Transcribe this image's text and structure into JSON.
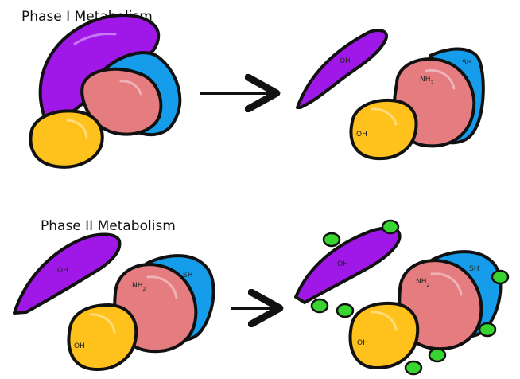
{
  "diagram": {
    "phase1_title": "Phase I Metabolism",
    "phase2_title": "Phase II Metabolism",
    "labels": {
      "oh": "OH",
      "nh": "NH",
      "nh_subscript": "2",
      "sh": "SH"
    }
  },
  "colors": {
    "purple": "#A018E8",
    "pink": "#E47C80",
    "blue": "#159DEB",
    "yellow": "#FFC11C",
    "green": "#38D42F",
    "outline": "#111111"
  }
}
